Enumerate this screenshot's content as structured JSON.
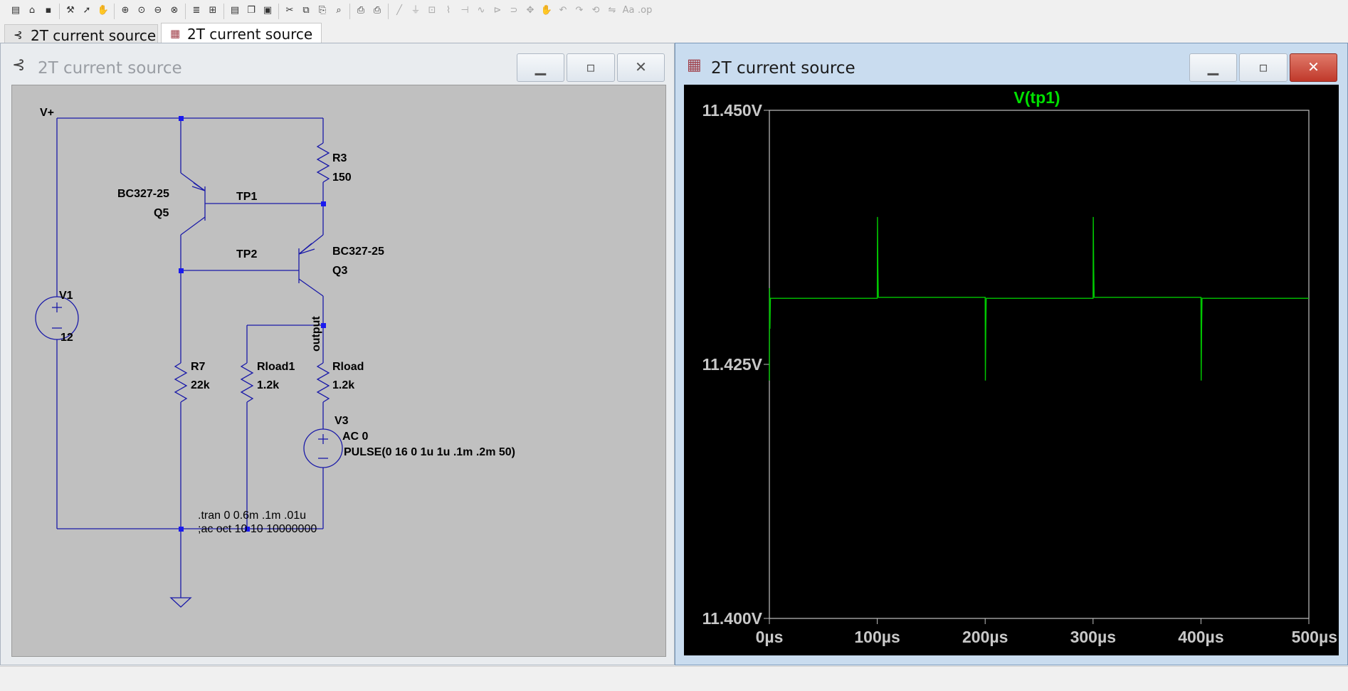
{
  "toolbar": {
    "buttons": [
      {
        "icon": "new-schematic-icon",
        "glyph": "▤"
      },
      {
        "icon": "open-icon",
        "glyph": "⌂"
      },
      {
        "icon": "save-icon",
        "glyph": "▪"
      },
      {
        "icon": "control-panel-icon",
        "glyph": "⚒"
      },
      {
        "icon": "run-icon",
        "glyph": "➚"
      },
      {
        "icon": "halt-icon",
        "glyph": "✋"
      },
      {
        "icon": "zoom-in-icon",
        "glyph": "⊕"
      },
      {
        "icon": "zoom-pan-icon",
        "glyph": "⊙"
      },
      {
        "icon": "zoom-out-icon",
        "glyph": "⊖"
      },
      {
        "icon": "zoom-fit-icon",
        "glyph": "⊗"
      },
      {
        "icon": "autorange-icon",
        "glyph": "≣"
      },
      {
        "icon": "draw-net-icon",
        "glyph": "⊞"
      },
      {
        "icon": "tile-horizontal-icon",
        "glyph": "▤"
      },
      {
        "icon": "cascade-icon",
        "glyph": "❐"
      },
      {
        "icon": "close-window-icon",
        "glyph": "▣"
      },
      {
        "icon": "cut-icon",
        "glyph": "✂"
      },
      {
        "icon": "copy-icon",
        "glyph": "⧉"
      },
      {
        "icon": "paste-icon",
        "glyph": "⎘"
      },
      {
        "icon": "find-icon",
        "glyph": "⌕"
      },
      {
        "icon": "print-preview-icon",
        "glyph": "⎙"
      },
      {
        "icon": "print-icon",
        "glyph": "⎙"
      },
      {
        "icon": "wire-icon",
        "glyph": "╱"
      },
      {
        "icon": "ground-icon",
        "glyph": "⏚"
      },
      {
        "icon": "label-net-icon",
        "glyph": "⊡"
      },
      {
        "icon": "resistor-icon",
        "glyph": "⌇"
      },
      {
        "icon": "capacitor-icon",
        "glyph": "⊣"
      },
      {
        "icon": "inductor-icon",
        "glyph": "∿"
      },
      {
        "icon": "diode-icon",
        "glyph": "⊳"
      },
      {
        "icon": "component-icon",
        "glyph": "⊃"
      },
      {
        "icon": "move-icon",
        "glyph": "✥"
      },
      {
        "icon": "drag-icon",
        "glyph": "✋"
      },
      {
        "icon": "undo-icon",
        "glyph": "↶"
      },
      {
        "icon": "redo-icon",
        "glyph": "↷"
      },
      {
        "icon": "rotate-icon",
        "glyph": "⟲"
      },
      {
        "icon": "mirror-icon",
        "glyph": "⇋"
      },
      {
        "icon": "text-icon",
        "glyph": "Aa"
      },
      {
        "icon": "spice-directive-icon",
        "glyph": ".op"
      }
    ]
  },
  "tabs": [
    {
      "label": "2T current source",
      "icon": "schematic-icon",
      "glyph": "⊰",
      "active": false
    },
    {
      "label": "2T current source",
      "icon": "waveform-icon",
      "glyph": "▦",
      "active": true
    }
  ],
  "schematic_window": {
    "title": "2T current source",
    "labels": {
      "vplus": "V+",
      "v1_name": "V1",
      "v1_value": "12",
      "r3_name": "R3",
      "r3_value": "150",
      "q5_model": "BC327-25",
      "q5_name": "Q5",
      "tp1": "TP1",
      "tp2": "TP2",
      "q3_model": "BC327-25",
      "q3_name": "Q3",
      "output": "output",
      "r7_name": "R7",
      "r7_value": "22k",
      "rload1_name": "Rload1",
      "rload1_value": "1.2k",
      "rload_name": "Rload",
      "rload_value": "1.2k",
      "v3_name": "V3",
      "v3_ac": "AC 0",
      "v3_pulse": "PULSE(0 16 0 1u 1u .1m .2m 50)",
      "directive_tran": ".tran 0 0.6m .1m .01u",
      "directive_ac": ";ac oct 10 10 10000000"
    }
  },
  "plot_window": {
    "title": "2T current source",
    "colors": {
      "trace": "#00c800",
      "title": "#00e000",
      "frame": "#c0c0c0",
      "axis_text": "#c8c8c8"
    }
  },
  "chart_data": {
    "type": "line",
    "title": "V(tp1)",
    "xlabel": "",
    "ylabel": "",
    "x_unit": "µs",
    "y_unit": "V",
    "xlim": [
      0,
      500
    ],
    "ylim": [
      11.4,
      11.45
    ],
    "x_ticks": [
      "0µs",
      "100µs",
      "200µs",
      "300µs",
      "400µs",
      "500µs"
    ],
    "y_ticks": [
      "11.400V",
      "11.425V",
      "11.450V"
    ],
    "grid": false,
    "series": [
      {
        "name": "V(tp1)",
        "color": "#00c800",
        "x": [
          0,
          0.2,
          0.5,
          1.0,
          1.5,
          100,
          100.2,
          100.6,
          101,
          200,
          200.2,
          200.6,
          201,
          300,
          300.2,
          300.6,
          301,
          400,
          400.2,
          400.6,
          401,
          500
        ],
        "y": [
          11.4234,
          11.4325,
          11.4285,
          11.4315,
          11.4315,
          11.4315,
          11.4395,
          11.4345,
          11.4316,
          11.4316,
          11.4234,
          11.4285,
          11.4315,
          11.4315,
          11.4395,
          11.4345,
          11.4316,
          11.4316,
          11.4234,
          11.4285,
          11.4315,
          11.4315
        ]
      }
    ]
  }
}
